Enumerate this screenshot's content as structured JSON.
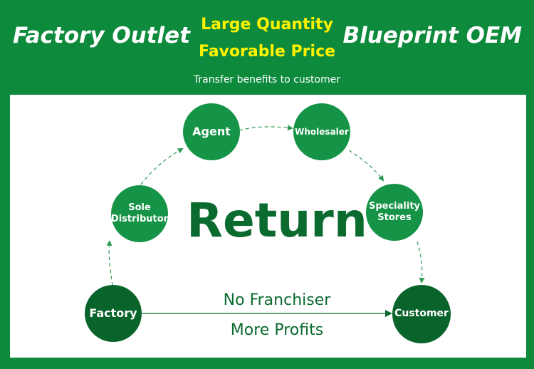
{
  "header": {
    "left_title": "Factory Outlet",
    "center_line1": "Large Quantity",
    "center_line2": "Favorable Price",
    "right_title": "Blueprint OEM",
    "tagline": "Transfer benefits to customer"
  },
  "diagram": {
    "center_word": "Return",
    "nodes": {
      "factory": "Factory",
      "sole_distributor_line1": "Sole",
      "sole_distributor_line2": "Distributor",
      "agent": "Agent",
      "wholesaler": "Wholesaler",
      "speciality_line1": "Speciality",
      "speciality_line2": "Stores",
      "customer": "Customer"
    },
    "direct_labels": {
      "top": "No Franchiser",
      "bottom": "More Profits"
    }
  },
  "colors": {
    "background_green": "#0d8a3c",
    "highlight_yellow": "#fff200",
    "node_light": "#159346",
    "node_dark": "#09642b",
    "text_dark_green": "#0b6b2f"
  }
}
